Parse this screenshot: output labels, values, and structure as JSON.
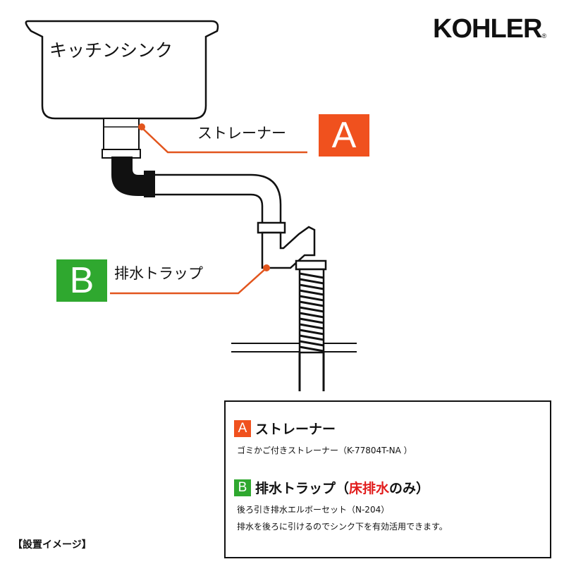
{
  "brand": {
    "logo": "KOHLER",
    "registered_mark": "®"
  },
  "diagram": {
    "sink_label": "キッチンシンク",
    "strainer_label": "ストレーナー",
    "trap_label": "排水トラップ",
    "badge_a": "A",
    "badge_b": "B",
    "colors": {
      "badge_a": "#f0511e",
      "badge_b": "#2fa82f",
      "leader_line": "#e2551d",
      "highlight_text": "#e11d1d"
    }
  },
  "legend": {
    "a_letter": "A",
    "a_title": "ストレーナー",
    "a_desc": "ゴミかご付きストレーナー（K-77804T-NA ）",
    "b_letter": "B",
    "b_title_1": "排水トラップ（",
    "b_title_red": "床排水",
    "b_title_2": "のみ）",
    "b_desc_1": "後ろ引き排水エルボーセット（N-204）",
    "b_desc_2": "排水を後ろに引けるのでシンク下を有効活用できます。"
  },
  "caption": "【設置イメージ】"
}
